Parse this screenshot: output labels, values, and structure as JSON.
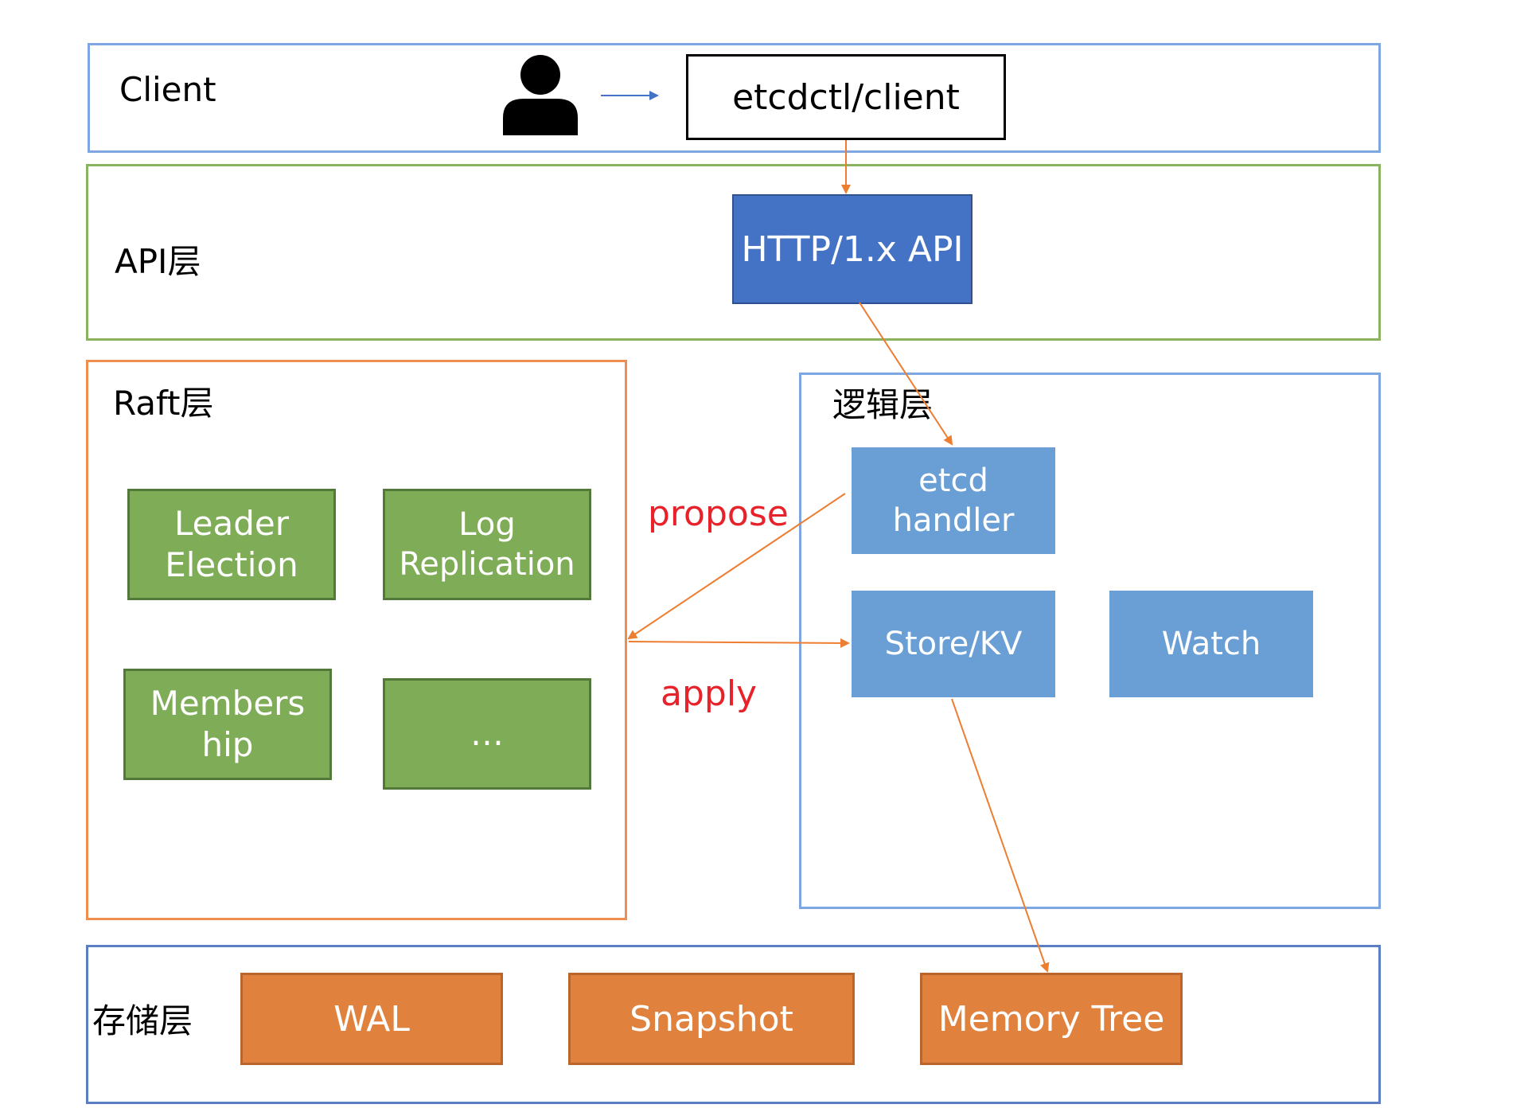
{
  "layers": {
    "client": {
      "label": "Client",
      "client_box": "etcdctl/client"
    },
    "api": {
      "label": "API层",
      "http_box": "HTTP/1.x API"
    },
    "raft": {
      "label": "Raft层",
      "modules": [
        {
          "lines": [
            "Leader",
            "Election"
          ]
        },
        {
          "lines": [
            "Log",
            "Replication"
          ]
        },
        {
          "lines": [
            "Members",
            "hip"
          ]
        },
        {
          "lines": [
            "…"
          ]
        }
      ]
    },
    "logic": {
      "label": "逻辑层",
      "handler": [
        "etcd",
        "handler"
      ],
      "store": "Store/KV",
      "watch": "Watch"
    },
    "storage": {
      "label": "存储层",
      "boxes": [
        "WAL",
        "Snapshot",
        "Memory Tree"
      ]
    }
  },
  "annotations": {
    "propose": "propose",
    "apply": "apply"
  },
  "icons": {
    "user": "person-icon"
  },
  "colors": {
    "client_border": "#7ea6e0",
    "api_border": "#8ab35f",
    "raft_border": "#ee8e4e",
    "logic_border": "#7ea6e0",
    "storage_border": "#5b7ec2",
    "http_box": "#4472c4",
    "raft_module": "#7fac56",
    "logic_module": "#6a9fd6",
    "storage_module": "#e0823e",
    "arrow_orange": "#ed7d31",
    "arrow_blue": "#4472c4",
    "annotation_red": "#e8222a"
  }
}
